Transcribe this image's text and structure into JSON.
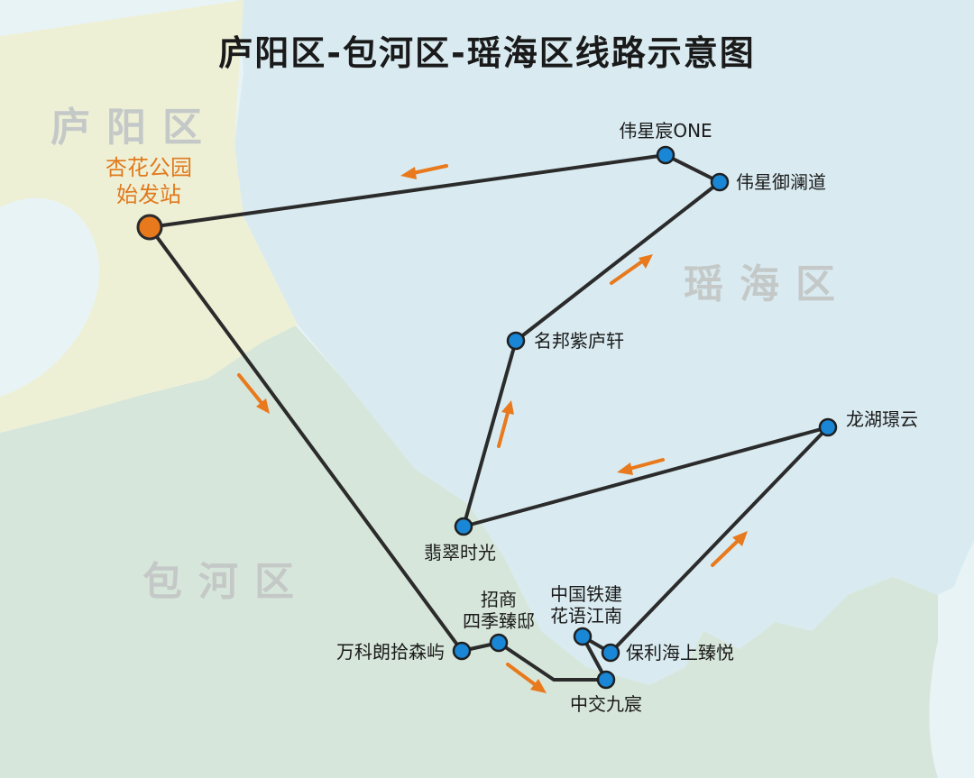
{
  "title": "庐阳区-包河区-瑶海区线路示意图",
  "districts": {
    "luyang": "庐阳区",
    "yaohai": "瑶海区",
    "baohe": "包河区"
  },
  "origin": {
    "line1": "杏花公园",
    "line2": "始发站"
  },
  "stops": {
    "weixing_one": "伟星宸ONE",
    "weixing_yulan": "伟星御澜道",
    "mingbang": "名邦紫庐轩",
    "longhu": "龙湖璟云",
    "feicui": "翡翠时光",
    "zhaoshang_1": "招商",
    "zhaoshang_2": "四季臻邸",
    "zhongtie_1": "中国铁建",
    "zhongtie_2": "花语江南",
    "vanke": "万科朗拾森屿",
    "poly": "保利海上臻悦",
    "zhongjiao": "中交九宸"
  },
  "colors": {
    "route": "#2b2b2b",
    "stop": "#1a86d6",
    "origin": "#e8791c",
    "arrow": "#e8791c",
    "luyang_area": "#eef0d6",
    "yaohai_area": "#d9ebf1",
    "baohe_area": "#d7e6da",
    "water": "#e8f3f6"
  }
}
